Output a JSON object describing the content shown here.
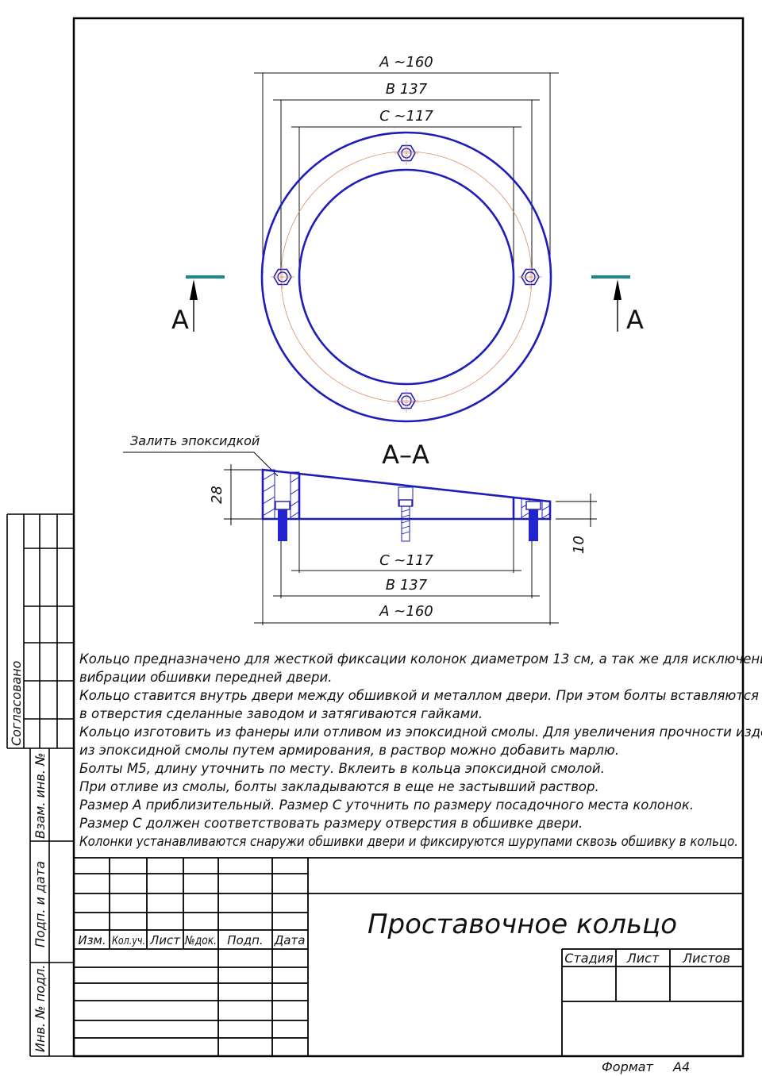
{
  "top_view": {
    "dim_a": "А ~160",
    "dim_b": "В 137",
    "dim_c": "С ~117",
    "section_marker_left": "А",
    "section_marker_right": "А"
  },
  "section_view": {
    "title": "А–А",
    "fill_note": "Залить эпоксидкой",
    "height_dim": "28",
    "bolt_dim": "10",
    "dim_c": "С ~117",
    "dim_b": "В 137",
    "dim_a": "А ~160"
  },
  "notes": [
    "Кольцо предназначено для жесткой фиксации колонок диаметром 13 см, а так же для исключения",
    "вибрации обшивки передней двери.",
    "Кольцо ставится внутрь двери между обшивкой и металлом двери. При этом болты вставляются",
    "в отверстия сделанные заводом и затягиваются гайками.",
    "Кольцо изготовить из фанеры или отливом из эпоксидной смолы. Для увеличения прочности изделия",
    "из эпоксидной смолы путем армирования, в раствор можно добавить марлю.",
    "Болты М5, длину уточнить по месту. Вклеить в кольца эпоксидной смолой.",
    "При отливе из смолы, болты закладываются в еще не застывший раствор.",
    "Размер А приблизительный. Размер С уточнить по размеру посадочного места колонок.",
    "Размер С должен соответствовать размеру отверстия в обшивке двери.",
    "Колонки устанавливаются снаружи обшивки двери и фиксируются шурупами сквозь обшивку в кольцо."
  ],
  "title_block": {
    "title": "Проставочное кольцо",
    "columns": [
      "Изм.",
      "Кол.уч.",
      "Лист",
      "№док.",
      "Подп.",
      "Дата"
    ],
    "stage_headers": [
      "Стадия",
      "Лист",
      "Листов"
    ]
  },
  "side_stamps": {
    "agreed": "Согласовано",
    "replace_inv": "Взам. инв. №",
    "sign_date": "Подп. и дата",
    "inv_orig": "Инв. № подл."
  },
  "format": {
    "label": "Формат",
    "value": "А4"
  },
  "colors": {
    "line": "#1d1db8",
    "frame": "#000000",
    "bolt": "#2323d0",
    "marker": "#1a8a8a",
    "center": "#e08a60"
  }
}
